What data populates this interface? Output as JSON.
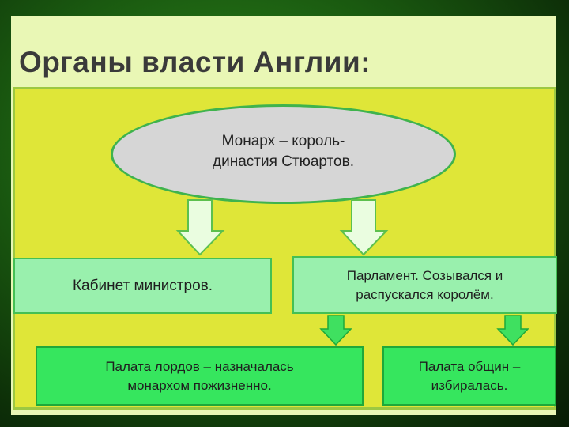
{
  "title": "Органы власти Англии:",
  "monarch": {
    "line1": "Монарх – король-",
    "line2": "династия Стюартов."
  },
  "cabinet": {
    "label": "Кабинет министров."
  },
  "parliament": {
    "line1": "Парламент. Созывался и",
    "line2": "распускался королём."
  },
  "lords": {
    "line1": "Палата лордов – назначалась",
    "line2": "монархом пожизненно."
  },
  "commons": {
    "line1": "Палата общин –",
    "line2": "избиралась."
  },
  "colors": {
    "background": "#1a5a10",
    "slide": "#e9f7b5",
    "panel": "#dfe638",
    "oval": "#d6d6d6",
    "light_box": "#99f0ad",
    "dark_box": "#36e65e",
    "arrow_light": "#eafde0",
    "arrow_dark": "#3fe060"
  }
}
